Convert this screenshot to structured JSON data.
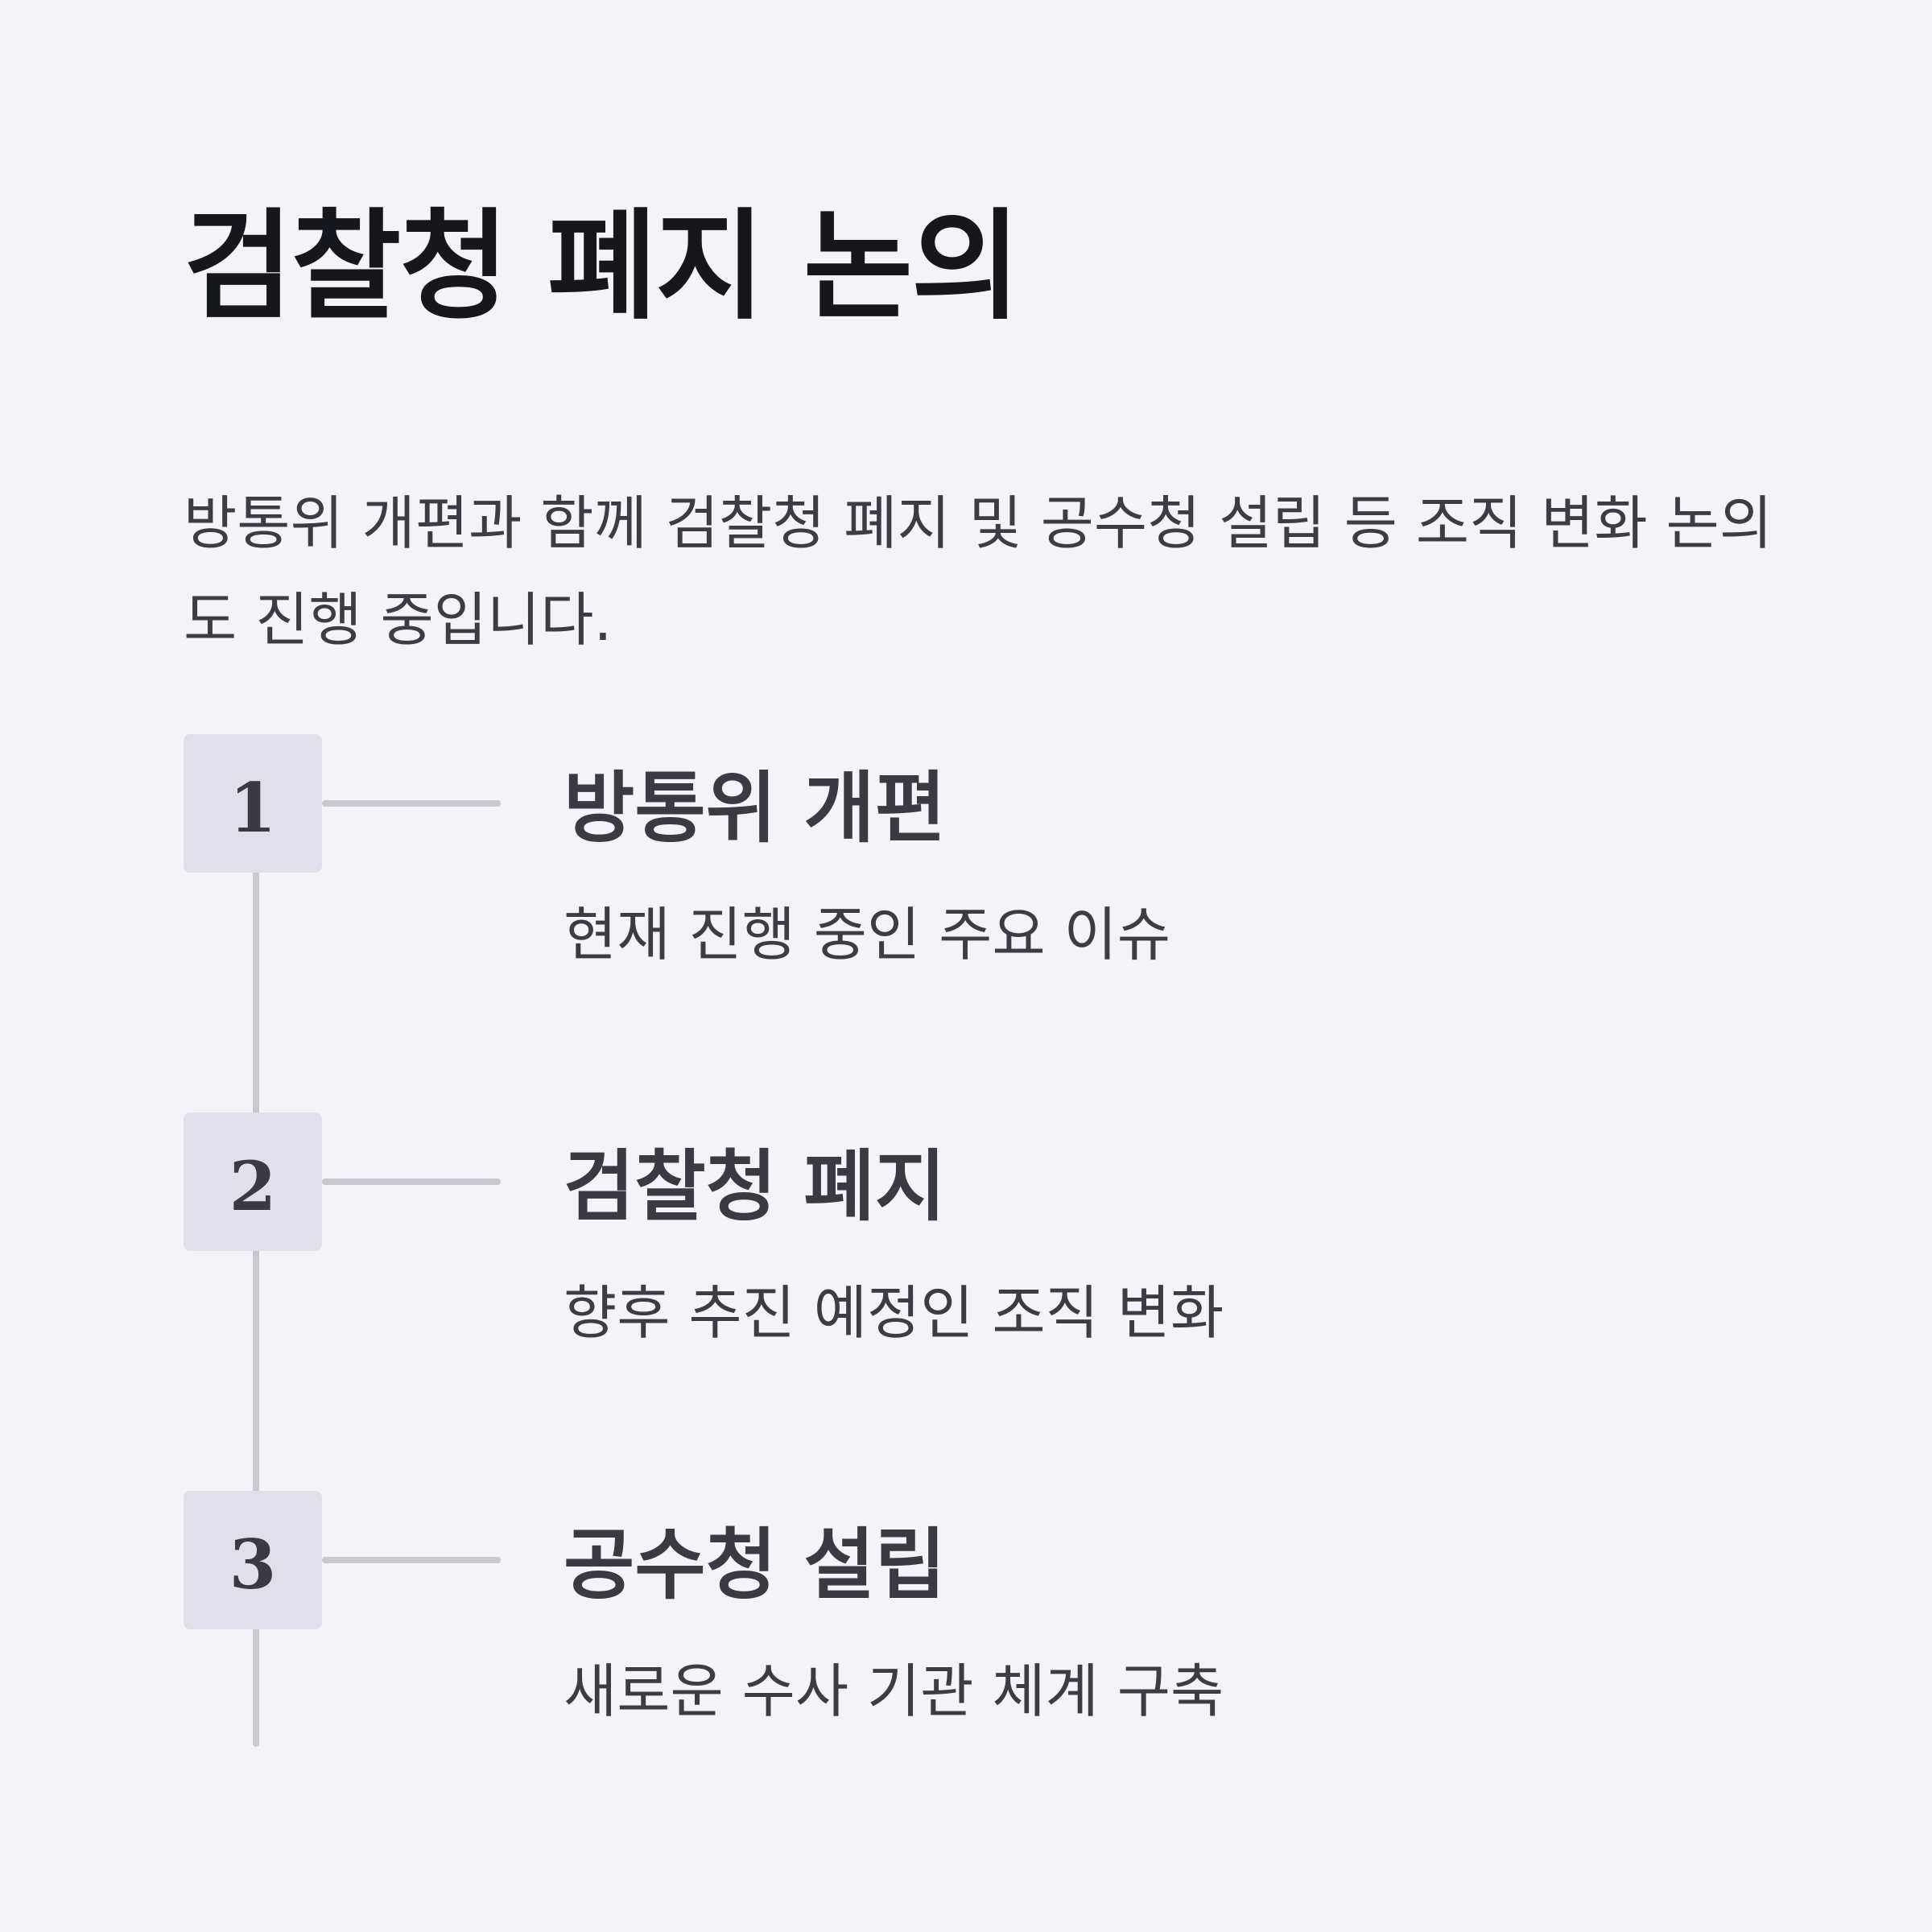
{
  "title": "검찰청 폐지 논의",
  "intro": "방통위 개편과 함께 검찰청 폐지 및 공수청 설립 등 조직 변화 논의도 진행 중입니다.",
  "steps": [
    {
      "number": "1",
      "title": "방통위 개편",
      "description": "현재 진행 중인 주요 이슈"
    },
    {
      "number": "2",
      "title": "검찰청 폐지",
      "description": "향후 추진 예정인 조직 변화"
    },
    {
      "number": "3",
      "title": "공수청 설립",
      "description": "새로운 수사 기관 체계 구축"
    }
  ],
  "colors": {
    "background": "#f4f3f8",
    "title": "#16161d",
    "text": "#3c3c44",
    "badge": "#e1e0ea",
    "line": "#c9c8d0"
  }
}
